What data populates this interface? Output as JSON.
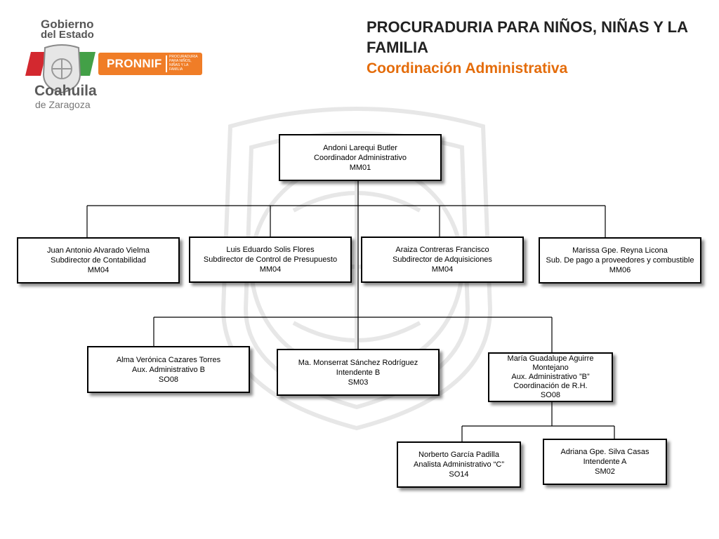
{
  "header": {
    "title": "PROCURADURIA PARA NIÑOS, NIÑAS Y LA FAMILIA",
    "subtitle": "Coordinación Administrativa"
  },
  "logo": {
    "gobierno_line1": "Gobierno",
    "gobierno_line2": "del Estado",
    "pronnif": "PRONNIF",
    "pronnif_tagline": "PROCURADURIA PARA NIÑOS, NIÑAS Y LA FAMILIA",
    "state_name": "Coahuila",
    "state_suffix": "de Zaragoza"
  },
  "org": {
    "coordinator": {
      "name": "Andoni Larequi Butler",
      "role": "Coordinador  Administrativo",
      "code": "MM01"
    },
    "sub_contabilidad": {
      "name": "Juan Antonio Alvarado Vielma",
      "role": "Subdirector de Contabilidad",
      "code": "MM04"
    },
    "sub_presupuesto": {
      "name": "Luis Eduardo Solis Flores",
      "role": "Subdirector de Control de Presupuesto",
      "code": "MM04"
    },
    "sub_adquisiciones": {
      "name": "Araiza Contreras Francisco",
      "role": "Subdirector de Adquisiciones",
      "code": "MM04"
    },
    "sub_pago": {
      "name": "Marissa Gpe. Reyna Licona",
      "role": "Sub. De pago a proveedores y combustible",
      "code": "MM06"
    },
    "aux_b": {
      "name": "Alma Verónica Cazares Torres",
      "role": "Aux. Administrativo B",
      "code": "SO08"
    },
    "intendente_b": {
      "name": "Ma. Monserrat Sánchez Rodríguez",
      "role": "Intendente B",
      "code": "SM03"
    },
    "aux_rh": {
      "name_line1": "María Guadalupe Aguirre",
      "name_line2": "Montejano",
      "role": "Aux. Administrativo ”B”",
      "dept": "Coordinación de R.H.",
      "code": "SO08"
    },
    "analista": {
      "name": "Norberto García Padilla",
      "role": "Analista Administrativo “C”",
      "code": "SO14"
    },
    "intendente_a": {
      "name": "Adriana Gpe. Silva Casas",
      "role": "Intendente A",
      "code": "SM02"
    }
  },
  "colors": {
    "accent_orange": "#e46c0a",
    "pronnif_orange": "#f07d27",
    "logo_red": "#d3282f",
    "logo_green": "#43a047"
  }
}
